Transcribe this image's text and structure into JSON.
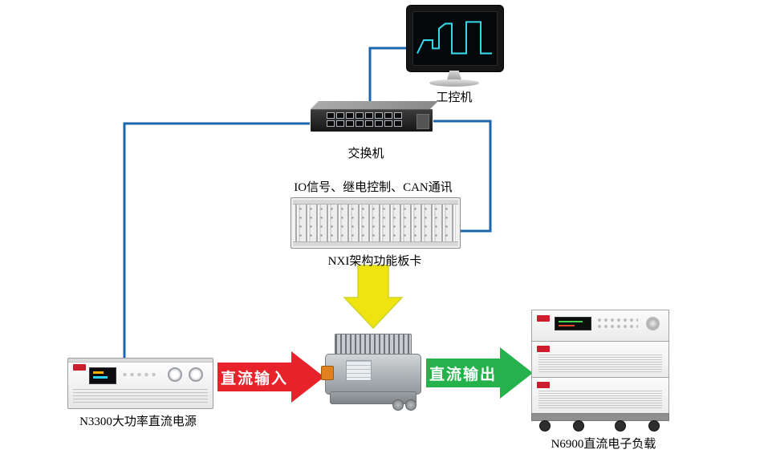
{
  "diagram": {
    "nodes": {
      "ipc": {
        "label": "工控机"
      },
      "switch": {
        "label": "交换机"
      },
      "nxi": {
        "label": "NXI架构功能板卡",
        "caption": "IO信号、继电控制、CAN通讯"
      },
      "psu": {
        "label": "N3300大功率直流电源"
      },
      "load": {
        "label": "N6900直流电子负载"
      }
    },
    "flows": {
      "dc_input": {
        "label": "直流输入",
        "color": "#e8222b"
      },
      "dc_output": {
        "label": "直流输出",
        "color": "#25b24c"
      },
      "control": {
        "color": "#efe310"
      }
    },
    "wire_color": "#1c66ad"
  }
}
